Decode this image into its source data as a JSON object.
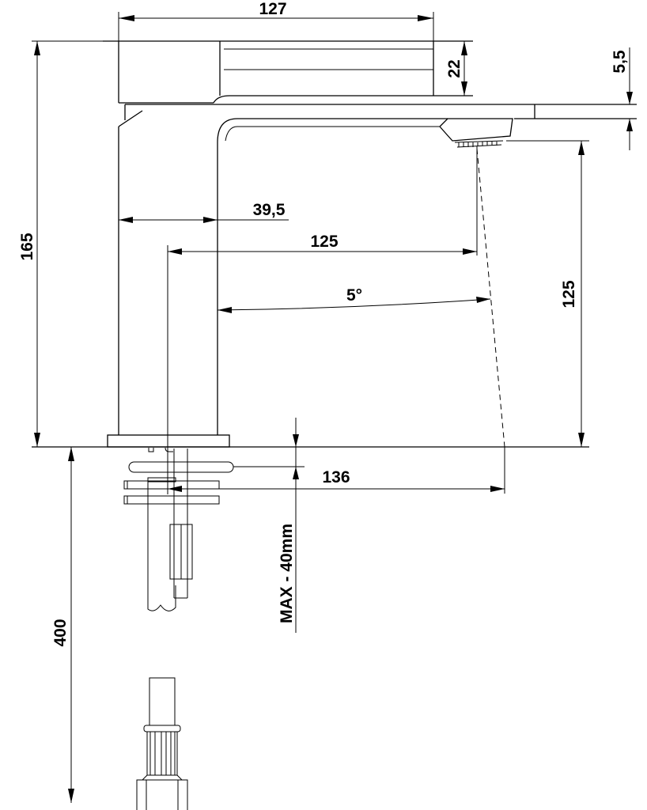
{
  "dimensions": {
    "overall_length": "127",
    "handle_height": "22",
    "spout_thickness": "5,5",
    "total_height": "165",
    "body_width": "39,5",
    "spout_reach": "125",
    "outlet_height": "125",
    "angle": "5°",
    "projection": "136",
    "max_deck_thickness": "MAX - 40mm",
    "hose_length": "400"
  }
}
